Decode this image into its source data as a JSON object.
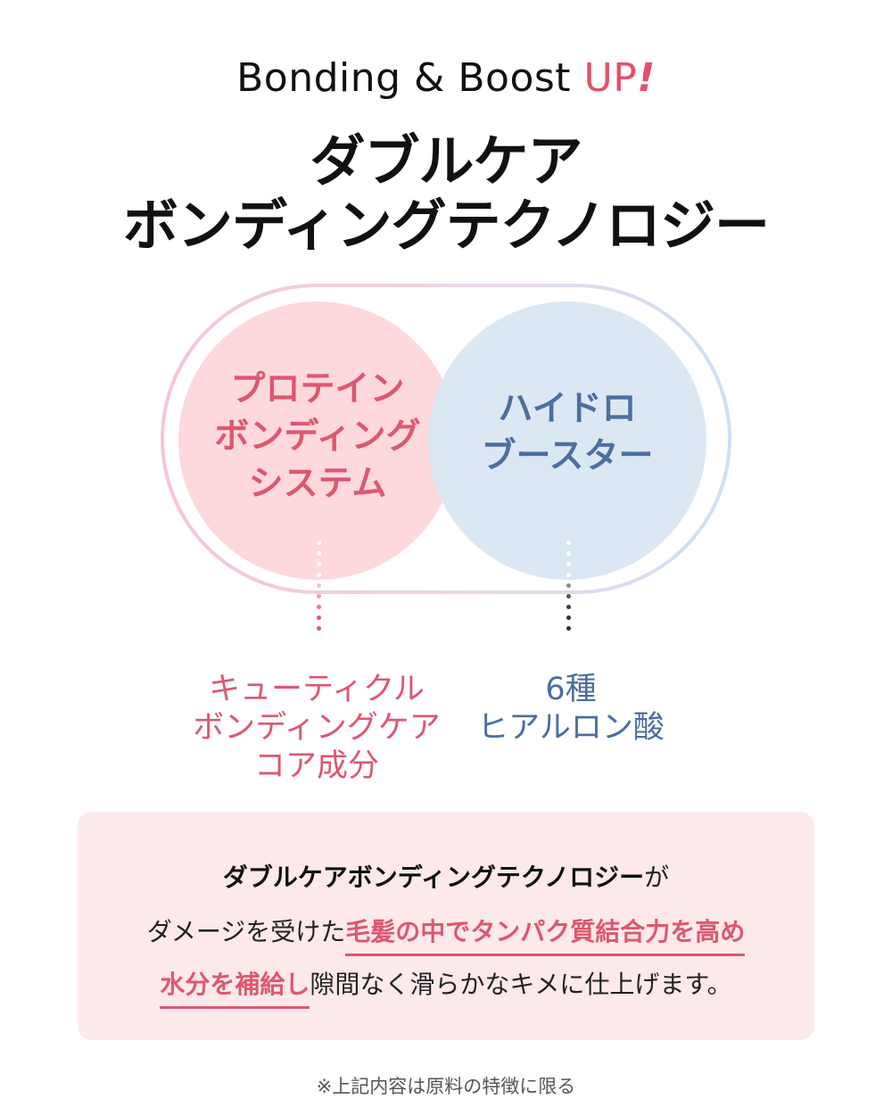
{
  "eyebrow": {
    "text": "Bonding & Boost ",
    "accent": "UP",
    "bang": "!"
  },
  "headline": {
    "line1": "ダブルケア",
    "line2": "ボンディングテクノロジー"
  },
  "diagram": {
    "left_circle": {
      "lines": [
        "プロテイン",
        "ボンディング",
        "システム"
      ]
    },
    "right_circle": {
      "lines": [
        "ハイドロ",
        "ブースター"
      ]
    }
  },
  "features": {
    "left": {
      "lines": [
        "キューティクル",
        "ボンディングケア",
        "コア成分"
      ]
    },
    "right": {
      "lines": [
        "6種",
        "ヒアルロン酸"
      ]
    }
  },
  "description": {
    "line1_strong": "ダブルケアボンディングテクノロジー",
    "line1_rest": "が",
    "line2_plain": "ダメージを受けた",
    "line2_highlight": "毛髪の中でタンパク質結合力を高め",
    "line3_highlight": "水分を補給し",
    "line3_plain": "隙間なく滑らかなキメに仕上げます。"
  },
  "note": "※上記内容は原料の特徴に限る",
  "colors": {
    "accent_pink": "#dc5870",
    "accent_blue": "#4d6e9f",
    "circle_pink": "#fdd9de",
    "circle_blue": "#dbe8f4",
    "box_bg": "#fde9ea"
  }
}
